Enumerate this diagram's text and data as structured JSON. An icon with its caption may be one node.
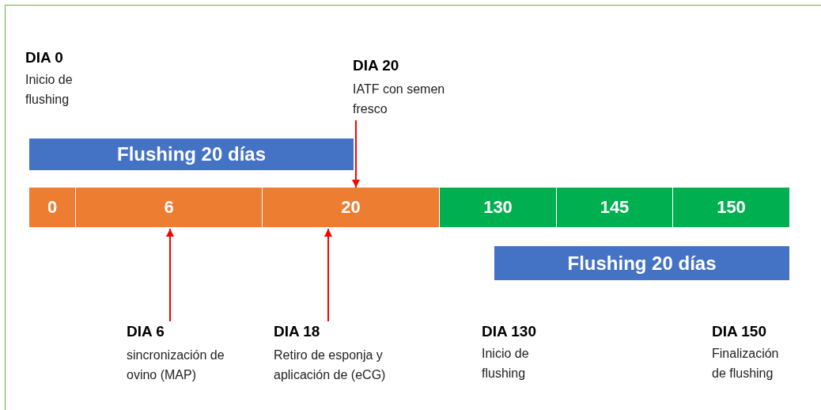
{
  "diagram": {
    "nodes": [
      {
        "text": [
          "DIA 20",
          "IATF con semen fresco"
        ]
      },
      {
        "text": [
          "Flushing 20 días"
        ]
      },
      {
        "text": [
          "0"
        ]
      },
      {
        "text": [
          "6"
        ]
      },
      {
        "text": [
          "20"
        ]
      },
      {
        "text": [
          "130"
        ]
      },
      {
        "text": [
          "145"
        ]
      },
      {
        "text": [
          "150"
        ]
      },
      {
        "text": [
          "Flushing 20 días"
        ]
      },
      {
        "text": [
          "DIA 6",
          "sincronización de ovino (MAP)"
        ]
      },
      {
        "text": [
          "DIA 18",
          "Retiro de esponja y aplicación de (eCG)"
        ]
      }
    ],
    "edges": [
      {
        "from": 0,
        "to": 4,
        "arrow": "to",
        "color": "#ff0000"
      },
      {
        "from": 9,
        "to": 3,
        "arrow": "to",
        "color": "#ff0000"
      },
      {
        "from": 10,
        "to": 4,
        "arrow": "to",
        "color": "#ff0000"
      }
    ],
    "labels": [
      "DIA 0",
      "Inicio de flushing",
      "DIA 130",
      "Inicio de flushing",
      "DIA 150",
      "Finalización de flushing"
    ]
  }
}
